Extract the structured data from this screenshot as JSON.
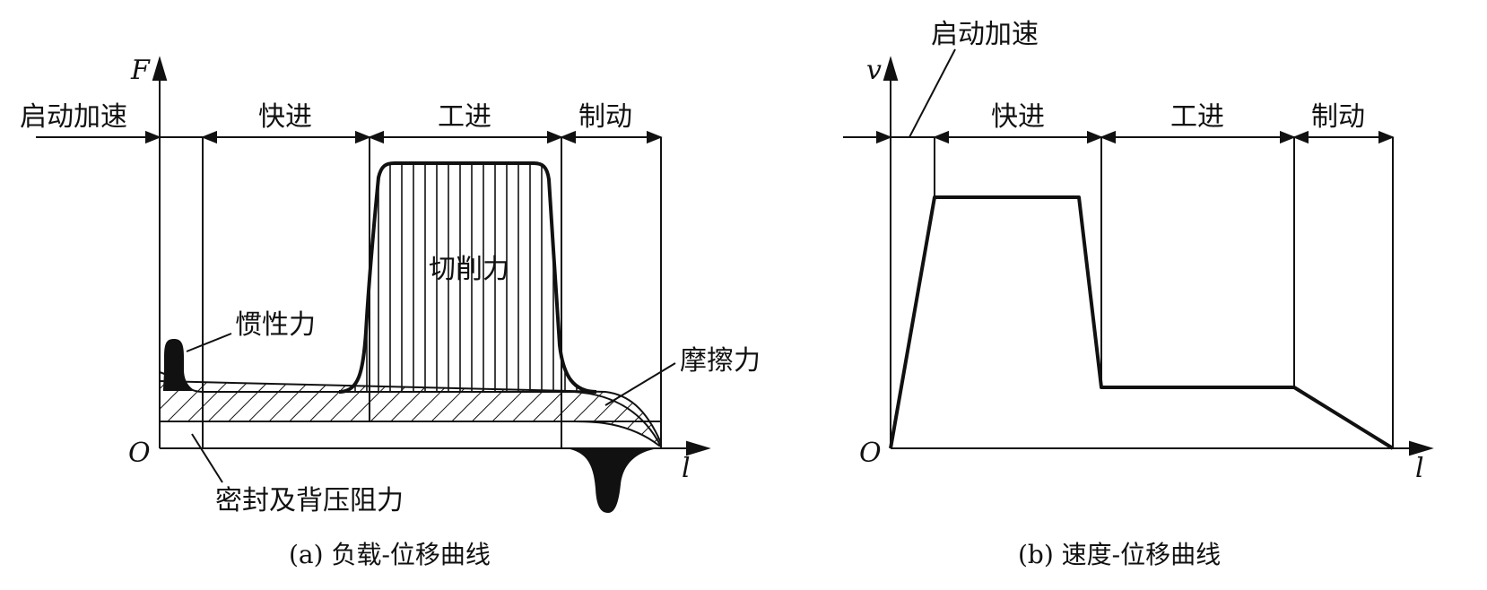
{
  "figure_a": {
    "axis_y": "F",
    "axis_x": "l",
    "origin": "O",
    "phases": [
      "启动加速",
      "快进",
      "工进",
      "制动"
    ],
    "labels": {
      "inertia": "惯性力",
      "cutting": "切削力",
      "friction": "摩擦力",
      "seal": "密封及背压阻力"
    },
    "caption": "(a) 负载-位移曲线"
  },
  "figure_b": {
    "axis_y": "v",
    "axis_x": "l",
    "origin": "O",
    "phases": [
      "启动加速",
      "快进",
      "工进",
      "制动"
    ],
    "caption": "(b) 速度-位移曲线"
  },
  "colors": {
    "ink": "#111111",
    "background": "#ffffff"
  }
}
